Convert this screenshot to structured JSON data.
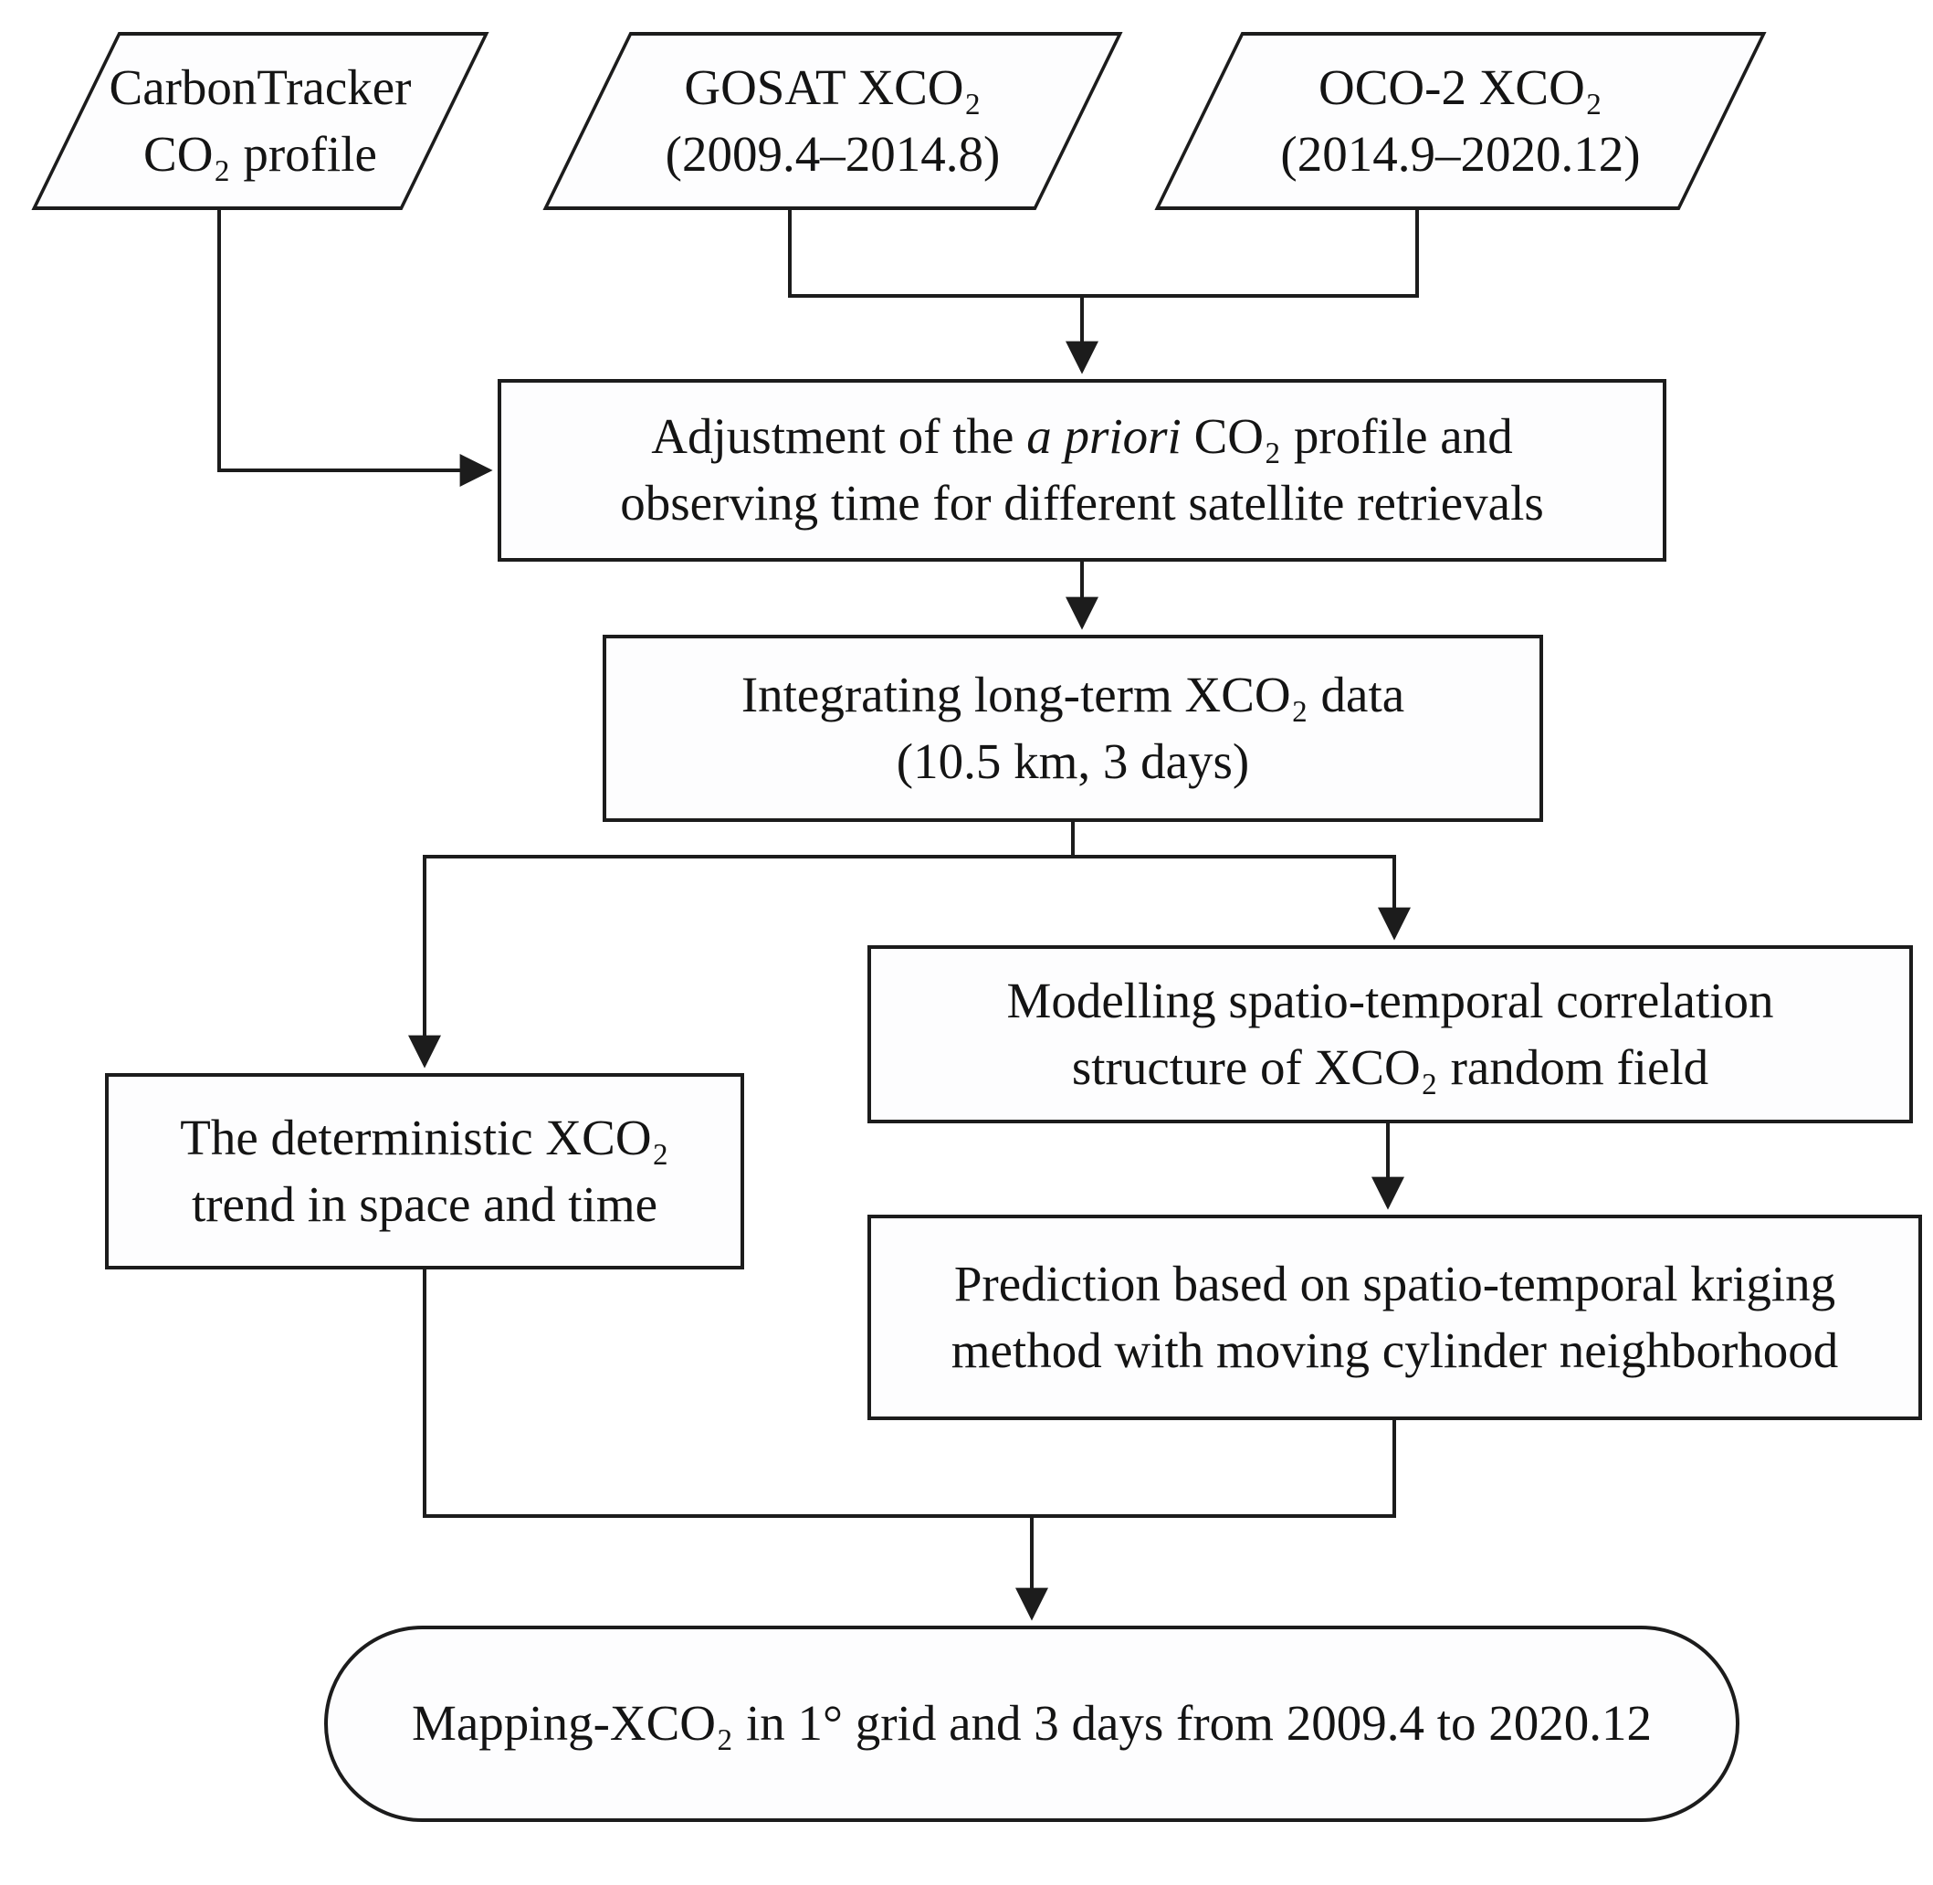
{
  "diagram": {
    "background": "#ffffff",
    "line_color": "#1c1c1c",
    "nodes": {
      "carbontracker": {
        "shape": "parallelogram",
        "lines": [
          "CarbonTracker",
          "CO₂ profile"
        ]
      },
      "gosat": {
        "shape": "parallelogram",
        "lines": [
          "GOSAT XCO₂",
          "(2009.4–2014.8)"
        ]
      },
      "oco2": {
        "shape": "parallelogram",
        "lines": [
          "OCO-2 XCO₂",
          "(2014.9–2020.12)"
        ]
      },
      "adjustment": {
        "shape": "rect",
        "line1_pre": "Adjustment of the ",
        "line1_italic": "a priori",
        "line1_post": " CO₂ profile and",
        "line2": "observing time for different satellite retrievals"
      },
      "integrating": {
        "shape": "rect",
        "lines": [
          "Integrating long-term XCO₂ data",
          "(10.5 km, 3 days)"
        ]
      },
      "trend": {
        "shape": "rect",
        "lines": [
          "The deterministic XCO₂",
          "trend in space and time"
        ]
      },
      "modelling": {
        "shape": "rect",
        "lines": [
          "Modelling spatio-temporal correlation",
          "structure of XCO₂ random field"
        ]
      },
      "prediction": {
        "shape": "rect",
        "lines": [
          "Prediction based on spatio-temporal kriging",
          "method with moving cylinder neighborhood"
        ]
      },
      "mapping": {
        "shape": "stadium",
        "lines": [
          "Mapping-XCO₂ in 1° grid and 3 days from 2009.4 to 2020.12"
        ]
      }
    }
  }
}
